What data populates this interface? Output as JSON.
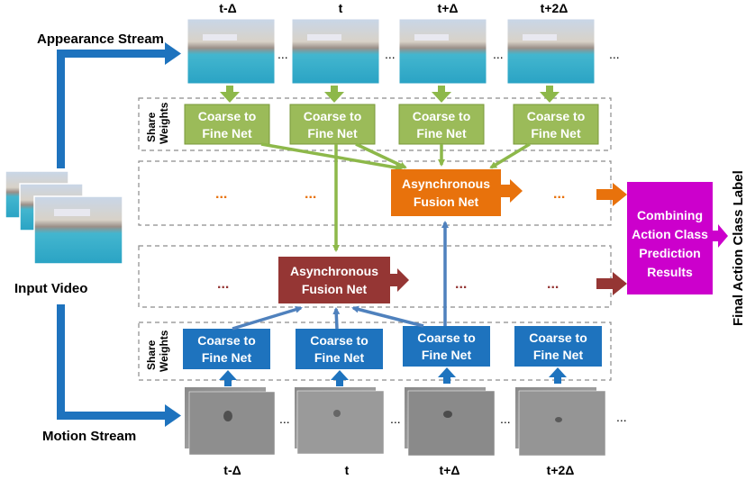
{
  "streams": {
    "appearance_label": "Appearance Stream",
    "motion_label": "Motion Stream",
    "input_label": "Input Video"
  },
  "time_labels": [
    "t-Δ",
    "t",
    "t+Δ",
    "t+2Δ"
  ],
  "ellipsis": "...",
  "share_weights": [
    "Share",
    "Weights"
  ],
  "net_box": {
    "line1": "Coarse to",
    "line2": "Fine Net"
  },
  "fusion_box": {
    "line1": "Asynchronous",
    "line2": "Fusion Net"
  },
  "combine_box": [
    "Combining",
    "Action Class",
    "Prediction",
    "Results"
  ],
  "final_label": "Final Action Class Label",
  "colors": {
    "green": "#8db84a",
    "blue": "#1e73be",
    "orange": "#e8720c",
    "darkred": "#953634",
    "magenta": "#cc00cc",
    "dashed": "#8c8c8c"
  }
}
